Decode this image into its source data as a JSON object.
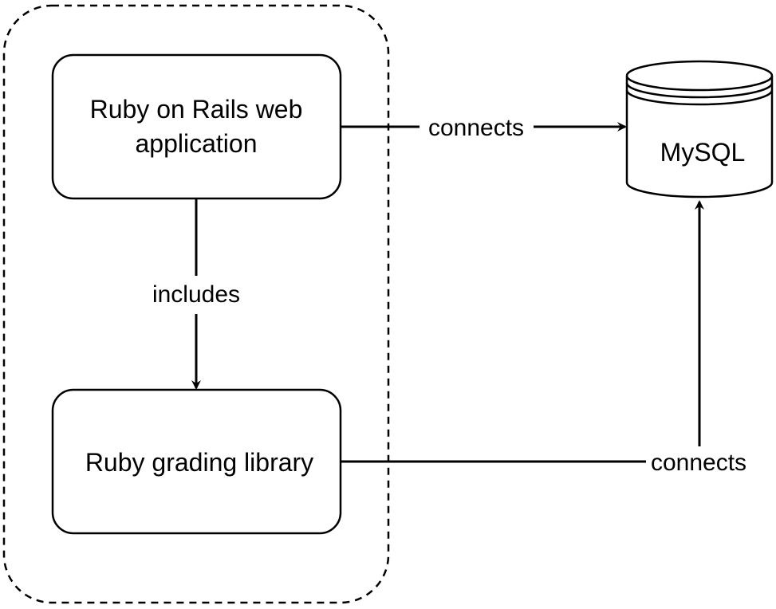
{
  "diagram": {
    "nodes": {
      "rails_app": {
        "line1": "Ruby on Rails web",
        "line2": "application"
      },
      "grading_library": {
        "label": "Ruby grading library"
      },
      "database": {
        "label": "MySQL"
      }
    },
    "edges": {
      "app_to_db": {
        "label": "connects"
      },
      "app_to_library": {
        "label": "includes"
      },
      "library_to_db": {
        "label": "connects"
      }
    }
  }
}
